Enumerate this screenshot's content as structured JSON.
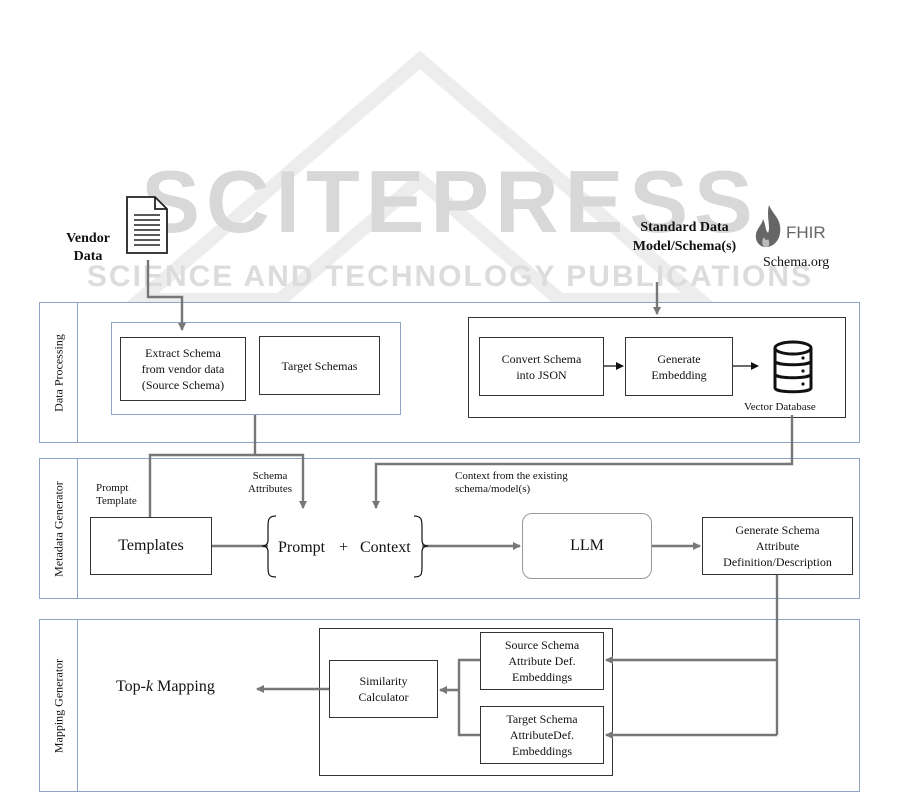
{
  "watermark": {
    "line1": "SCITEPRESS",
    "line2": "SCIENCE AND TECHNOLOGY PUBLICATIONS"
  },
  "inputs": {
    "vendor_label_1": "Vendor",
    "vendor_label_2": "Data",
    "standard_label_1": "Standard Data",
    "standard_label_2": "Model/Schema(s)",
    "fhir_text": "FHIR",
    "schema_org": "Schema.org"
  },
  "sections": {
    "data_processing": {
      "label": "Data Processing",
      "extract_schema": [
        "Extract Schema",
        "from vendor data",
        "(Source Schema)"
      ],
      "target_schemas": "Target Schemas",
      "convert_schema": [
        "Convert Schema",
        "into JSON"
      ],
      "generate_embedding": [
        "Generate",
        "Embedding"
      ],
      "vector_database": "Vector Database"
    },
    "metadata_generator": {
      "label": "Metadata Generator",
      "prompt_template": [
        "Prompt",
        "Template"
      ],
      "schema_attributes": [
        "Schema",
        "Attributes"
      ],
      "context_note": [
        "Context from the existing",
        "schema/model(s)"
      ],
      "templates": "Templates",
      "prompt": "Prompt",
      "plus": "+",
      "context": "Context",
      "llm": "LLM",
      "generate_def": [
        "Generate Schema",
        "Attribute",
        "Definition/Description"
      ]
    },
    "mapping_generator": {
      "label": "Mapping Generator",
      "top_k_prefix": "Top-",
      "top_k_k": "k",
      "top_k_suffix": " Mapping",
      "similarity": [
        "Similarity",
        "Calculator"
      ],
      "source_embeddings": [
        "Source Schema",
        "Attribute Def.",
        "Embeddings"
      ],
      "target_embeddings": [
        "Target Schema",
        "AttributeDef.",
        "Embeddings"
      ]
    }
  }
}
